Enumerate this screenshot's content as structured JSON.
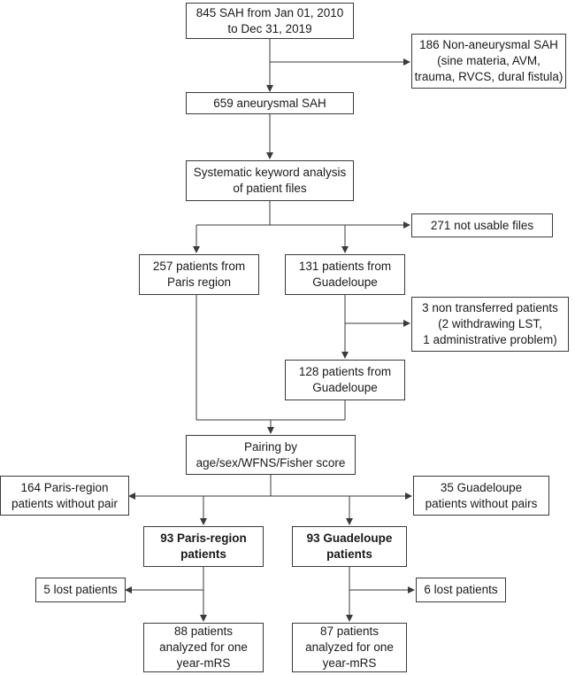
{
  "boxes": {
    "total": {
      "lines": [
        "845 SAH from Jan 01, 2010",
        "to Dec 31, 2019"
      ]
    },
    "non_aneurysmal": {
      "lines": [
        "186 Non-aneurysmal SAH",
        "(sine materia, AVM,",
        "trauma, RVCS, dural fistula)"
      ]
    },
    "aneurysmal": {
      "lines": [
        "659 aneurysmal SAH"
      ]
    },
    "keyword": {
      "lines": [
        "Systematic keyword analysis",
        "of patient files"
      ]
    },
    "not_usable": {
      "lines": [
        "271 not usable files"
      ]
    },
    "paris": {
      "lines": [
        "257 patients from",
        "Paris region"
      ]
    },
    "guad131": {
      "lines": [
        "131 patients from",
        "Guadeloupe"
      ]
    },
    "non_transferred": {
      "lines": [
        "3 non transferred patients",
        "(2 withdrawing LST,",
        "1 administrative problem)"
      ]
    },
    "guad128": {
      "lines": [
        "128 patients from",
        "Guadeloupe"
      ]
    },
    "pairing": {
      "lines": [
        "Pairing by",
        "age/sex/WFNS/Fisher score"
      ]
    },
    "paris_nopair": {
      "lines": [
        "164 Paris-region",
        "patients without pair"
      ]
    },
    "guad_nopair": {
      "lines": [
        "35 Guadeloupe",
        "patients without pairs"
      ]
    },
    "paris93": {
      "lines": [
        "93 Paris-region",
        "patients"
      ]
    },
    "guad93": {
      "lines": [
        "93 Guadeloupe",
        "patients"
      ]
    },
    "paris_lost": {
      "lines": [
        "5 lost patients"
      ]
    },
    "guad_lost": {
      "lines": [
        "6 lost patients"
      ]
    },
    "paris_analyzed": {
      "lines": [
        "88 patients",
        "analyzed for one",
        "year-mRS"
      ]
    },
    "guad_analyzed": {
      "lines": [
        "87 patients",
        "analyzed for one",
        "year-mRS"
      ]
    }
  }
}
